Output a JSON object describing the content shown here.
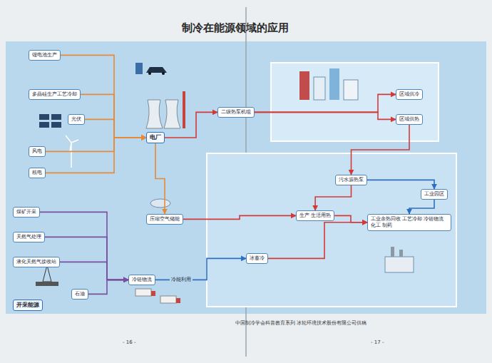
{
  "diagram": {
    "title": "制冷在能源领域的应用",
    "nodes": [
      {
        "text": [
          "锂电池生产"
        ]
      },
      {
        "text": [
          "多晶硅生产工艺冷却"
        ]
      },
      {
        "text": [
          "光伏"
        ]
      },
      {
        "text": [
          "风电"
        ]
      },
      {
        "text": [
          "核电"
        ]
      },
      {
        "text": [
          "煤矿开采"
        ]
      },
      {
        "text": [
          "天然气处理"
        ]
      },
      {
        "text": [
          "液化天然气接收站"
        ]
      },
      {
        "text": [
          "石油"
        ]
      },
      {
        "text": [
          "开采能源"
        ]
      },
      {
        "text": [
          "电厂"
        ]
      },
      {
        "text": [
          "二级热泵机组"
        ]
      },
      {
        "text": [
          "区域供冷"
        ]
      },
      {
        "text": [
          "区域供热"
        ]
      },
      {
        "text": [
          "污水源热泵"
        ]
      },
      {
        "text": [
          "生产 生活用热"
        ]
      },
      {
        "text": [
          "工业园区"
        ]
      },
      {
        "text": [
          "工业余热回收 工艺冷却 冷链物流 化工 制药"
        ]
      },
      {
        "text": [
          "冷链物流"
        ]
      },
      {
        "text": [
          "压缩空气储能"
        ]
      },
      {
        "text": [
          "冰蓄冷"
        ]
      }
    ],
    "edges": [
      {
        "from": 0,
        "to": 10,
        "arrow": "to"
      },
      {
        "from": 1,
        "to": 10,
        "arrow": "to"
      },
      {
        "from": 2,
        "to": 10,
        "arrow": "to"
      },
      {
        "from": 3,
        "to": 10,
        "arrow": "to"
      },
      {
        "from": 4,
        "to": 10,
        "arrow": "to"
      },
      {
        "from": 10,
        "to": 11,
        "arrow": "to"
      },
      {
        "from": 11,
        "to": 12,
        "arrow": "to"
      },
      {
        "from": 11,
        "to": 13,
        "arrow": "to"
      },
      {
        "from": 10,
        "to": 19,
        "arrow": "to"
      },
      {
        "from": 14,
        "to": 15,
        "arrow": "to"
      },
      {
        "from": 19,
        "to": 15,
        "arrow": "to"
      },
      {
        "from": 14,
        "to": 16,
        "arrow": "to"
      },
      {
        "from": 16,
        "to": 17,
        "arrow": "to"
      },
      {
        "from": 5,
        "to": 18,
        "arrow": "to"
      },
      {
        "from": 6,
        "to": 18,
        "arrow": "to"
      },
      {
        "from": 7,
        "to": 18,
        "arrow": "to"
      },
      {
        "from": 8,
        "to": 18,
        "arrow": "to"
      },
      {
        "from": 18,
        "to": 20,
        "label": "冷能利用",
        "arrow": "to"
      },
      {
        "from": 20,
        "to": 17,
        "arrow": "to"
      },
      {
        "from": 15,
        "to": 17,
        "arrow": "to"
      },
      {
        "from": 13,
        "to": 14,
        "arrow": "to"
      }
    ],
    "labels": [
      "中国制冷学会科普教育系列 冰轮环境技术股份有限公司供稿",
      "- 16 -",
      "- 17 -"
    ]
  }
}
